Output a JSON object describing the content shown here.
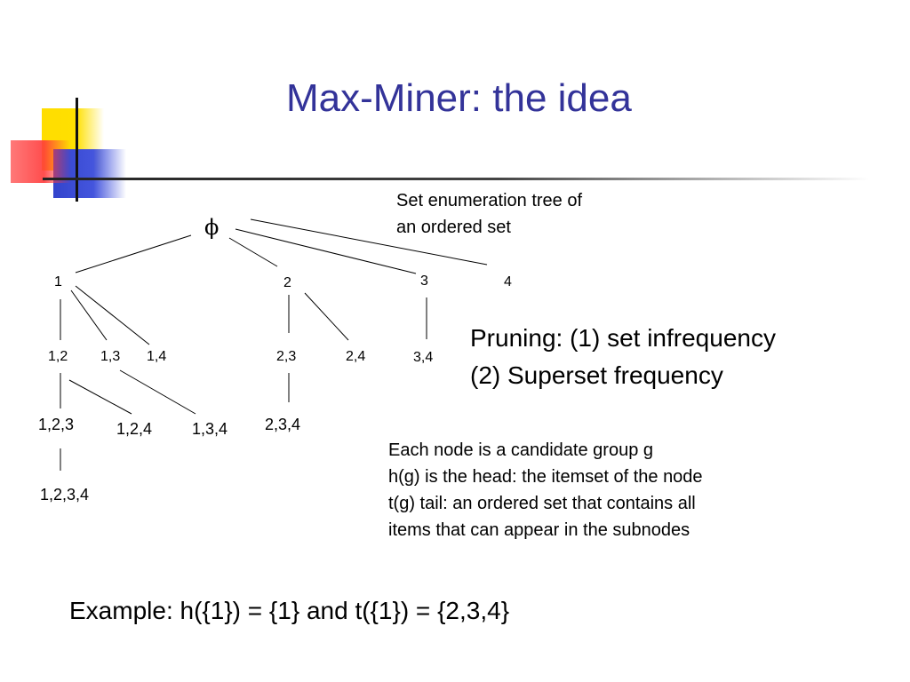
{
  "slide": {
    "title": "Max-Miner: the idea"
  },
  "tree": {
    "root": "ϕ",
    "level1": [
      "1",
      "2",
      "3",
      "4"
    ],
    "level2": [
      "1,2",
      "1,3",
      "1,4",
      "2,3",
      "2,4",
      "3,4"
    ],
    "level3": [
      "1,2,3",
      "1,2,4",
      "1,3,4",
      "2,3,4"
    ],
    "level4": [
      "1,2,3,4"
    ]
  },
  "notes": {
    "tree_caption": [
      "Set enumeration tree of",
      "an ordered set"
    ],
    "pruning": [
      "Pruning: (1) set infrequency",
      "(2) Superset frequency"
    ],
    "candidate": [
      "Each node is a candidate group g",
      "h(g) is the head: the itemset of the node",
      "t(g) tail: an ordered set that contains all",
      "items that can appear in the subnodes"
    ],
    "example": "Example: h({1}) = {1} and t({1}) = {2,3,4}"
  },
  "colors": {
    "title": "#333399",
    "accent_yellow": "#ffdd00",
    "accent_red": "#ff3a3a",
    "accent_blue": "#3344cc"
  }
}
